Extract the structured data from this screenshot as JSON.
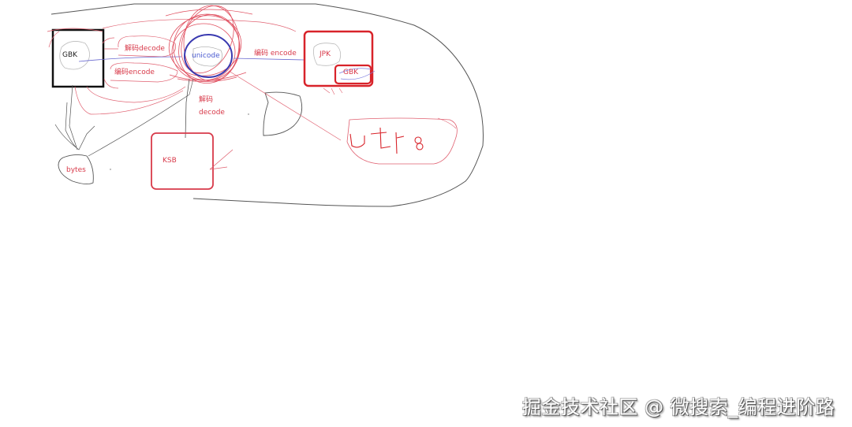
{
  "diagram": {
    "nodes": {
      "gbk_left": {
        "label": "GBK",
        "box_color": "#111111"
      },
      "unicode": {
        "label": "unicode",
        "ring_color": "#3a3ab0"
      },
      "jpk": {
        "label": "JPK",
        "box_color": "#d8232a"
      },
      "gbk_inner": {
        "label": "GBK",
        "box_color": "#d8232a"
      },
      "ksb": {
        "label": "KSB",
        "box_color": "#d83a4a"
      },
      "bytes": {
        "label": "bytes"
      },
      "utf8": {
        "label": "utf8 (handwritten)"
      }
    },
    "edges": {
      "gbk_to_unicode": {
        "label": "解码decode"
      },
      "unicode_to_gbk": {
        "label": "编码encode"
      },
      "unicode_to_jpk": {
        "label": "编码 encode"
      },
      "ksb_to_unicode_line1": {
        "label": "解码"
      },
      "ksb_to_unicode_line2": {
        "label": "decode"
      }
    },
    "colors": {
      "ink_red": "#d83a4a",
      "ink_black": "#555555",
      "ink_blue": "#3a3ab0"
    }
  },
  "watermark": {
    "text": "掘金技术社区 @ 微搜索_编程进阶路"
  }
}
